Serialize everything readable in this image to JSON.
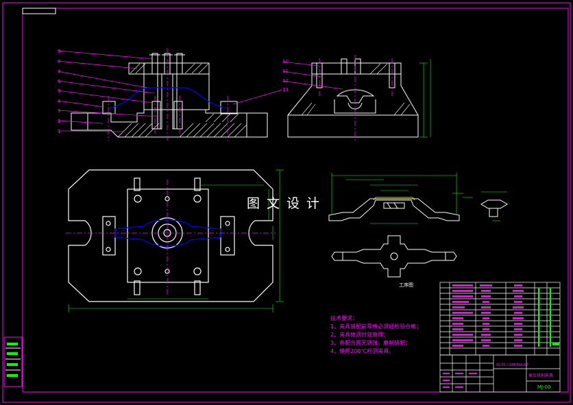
{
  "colors": {
    "background": "#000000",
    "frame": "#ff00ff",
    "outline": "#ffffff",
    "leader": "#ff00ff",
    "dimension": "#00ff00",
    "hidden": "#0000ff",
    "hatch": "#ffffff",
    "tolerance": "#ffff00",
    "title_block_text": "#ff00ff",
    "callout_text": "#ff00ff"
  },
  "watermark": "图文设计",
  "part_callouts": [
    "1",
    "2",
    "3",
    "4",
    "5",
    "6",
    "7",
    "8",
    "9",
    "10",
    "11",
    "12",
    "13"
  ],
  "workpiece_caption": "工序图",
  "technical_requirements": {
    "title": "技术要求：",
    "items": [
      "1、夹具装配前零件必须经检验合格；",
      "2、夹具体须时效处理；",
      "3、各配合面无锈蚀，磨削装配；",
      "4、使用200℃检测夹具。"
    ]
  },
  "title_block": {
    "material": "Q235 / GB6704-87",
    "name": "拨叉铣削夹具",
    "drawing_no": "MJ-00"
  },
  "left_tab_icons": [
    "layer-icon",
    "layer-icon",
    "layer-icon",
    "layer-icon"
  ]
}
